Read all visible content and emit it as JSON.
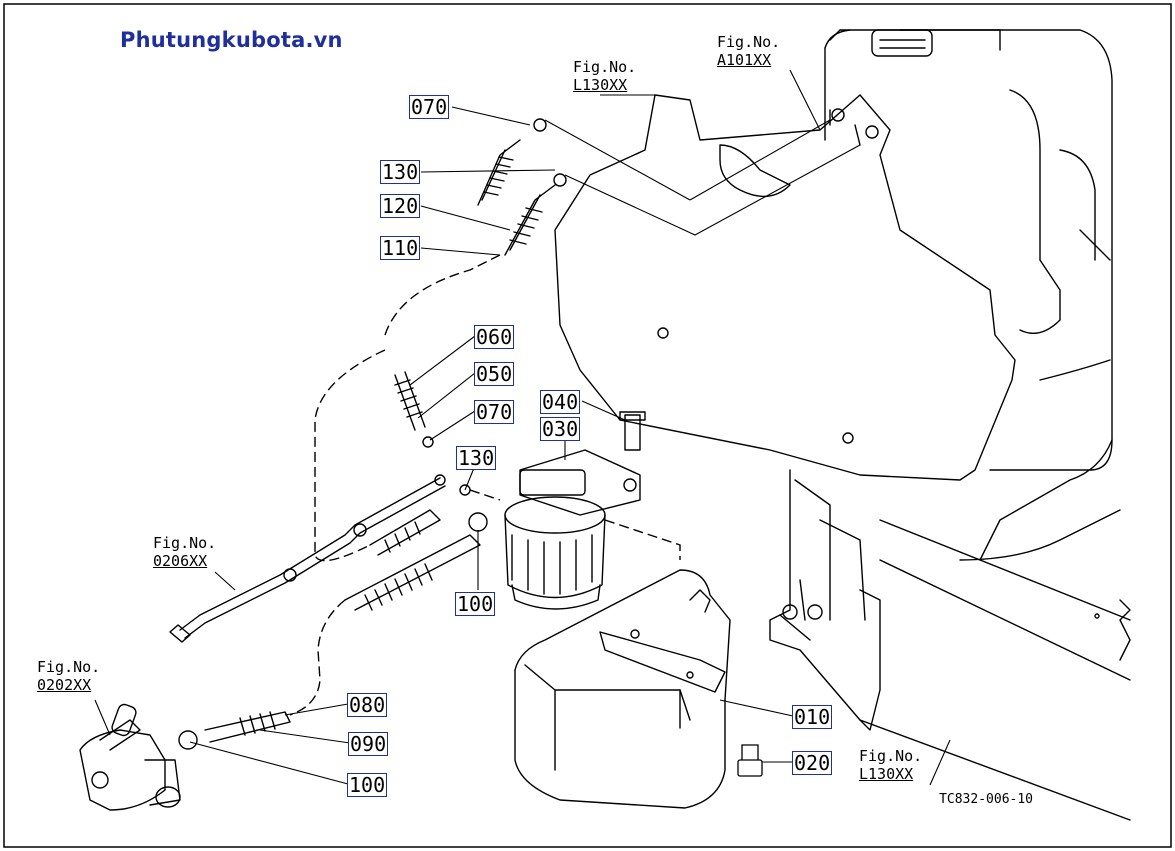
{
  "watermark": "Phutungkubota.vn",
  "drawing_code": "TC832-006-10",
  "colors": {
    "callout_border": "#1f2f9e",
    "watermark": "#1f2f9e",
    "line": "#000000"
  },
  "callouts": {
    "c070_top": "070",
    "c130_top": "130",
    "c120": "120",
    "c110": "110",
    "c060": "060",
    "c050": "050",
    "c070_mid": "070",
    "c040": "040",
    "c030": "030",
    "c130_mid": "130",
    "c100_mid": "100",
    "c080": "080",
    "c090": "090",
    "c100_bottom": "100",
    "c010": "010",
    "c020": "020"
  },
  "figure_refs": {
    "l130_top": {
      "label": "Fig.No.",
      "number": "L130XX"
    },
    "a101": {
      "label": "Fig.No.",
      "number": "A101XX"
    },
    "f0206": {
      "label": "Fig.No.",
      "number": "0206XX"
    },
    "f0202": {
      "label": "Fig.No.",
      "number": "0202XX"
    },
    "l130_bottom": {
      "label": "Fig.No.",
      "number": "L130XX"
    }
  }
}
